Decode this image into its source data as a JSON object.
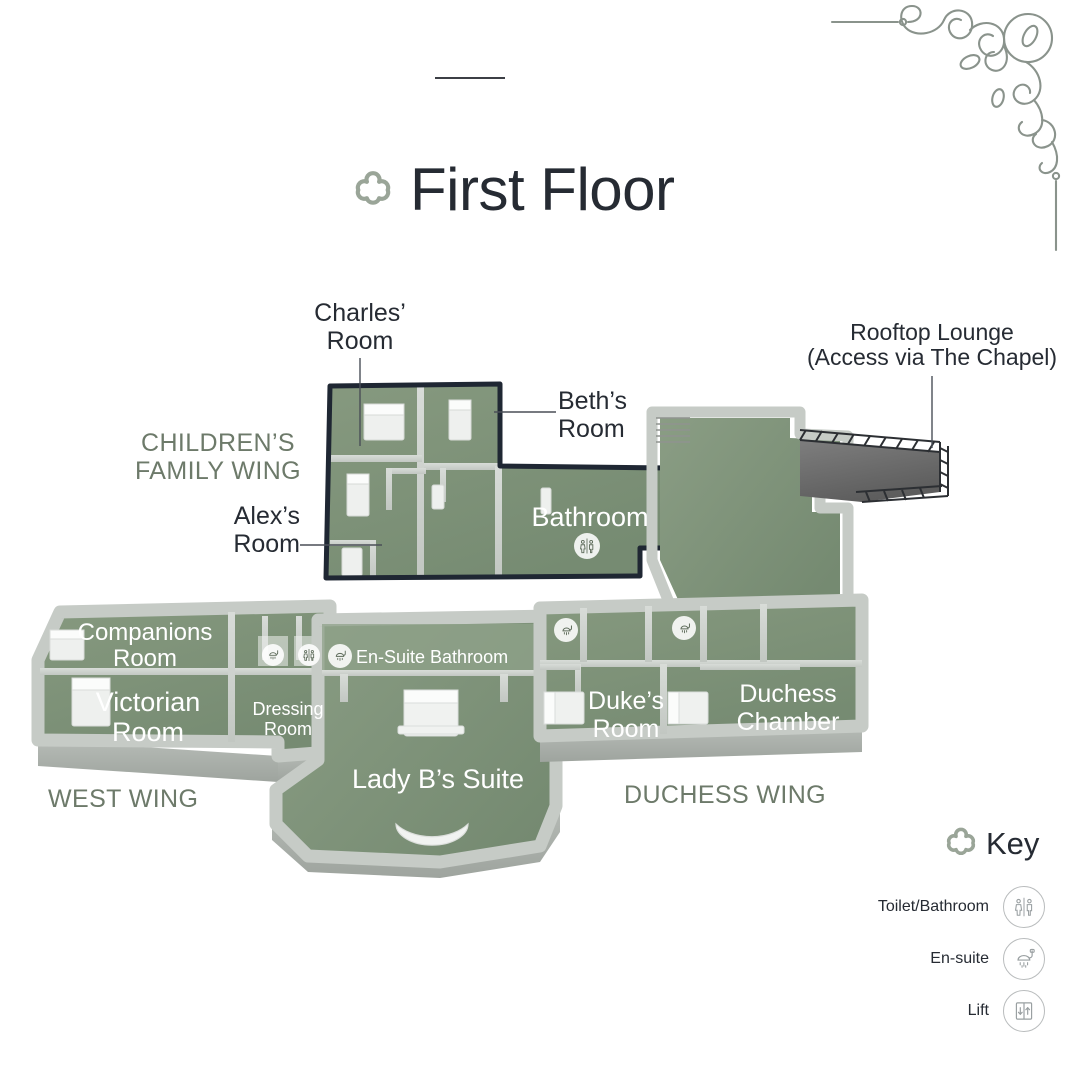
{
  "page": {
    "title": "First Floor",
    "title_icon": "quatrefoil-icon",
    "background_color": "#ffffff",
    "accent_green": "#8a9a86",
    "floor_green": "#7d9179",
    "wall_grey": "#c6cbc6",
    "outline_navy": "#1f2733",
    "terrace_grey": "#6e6e6e"
  },
  "decoration": {
    "corner_flourish": "ornamental-scroll-icon",
    "top_rule": ""
  },
  "wings": [
    {
      "id": "children",
      "label": "CHILDREN’S\nFAMILY WING"
    },
    {
      "id": "west",
      "label": "WEST WING"
    },
    {
      "id": "duchess",
      "label": "DUCHESS WING"
    }
  ],
  "callouts": [
    {
      "id": "charles",
      "label": "Charles’\nRoom"
    },
    {
      "id": "beths",
      "label": "Beth’s\nRoom"
    },
    {
      "id": "alexs",
      "label": "Alex’s\nRoom"
    },
    {
      "id": "rooftop",
      "label": "Rooftop Lounge\n(Access via The Chapel)"
    }
  ],
  "rooms": [
    {
      "id": "bathroom",
      "label": "Bathroom",
      "icon": "toilet-icon"
    },
    {
      "id": "companions",
      "label": "Companions\nRoom"
    },
    {
      "id": "victorian",
      "label": "Victorian\nRoom"
    },
    {
      "id": "dressing",
      "label": "Dressing\nRoom"
    },
    {
      "id": "ensuite-bathroom",
      "label": "En-Suite Bathroom",
      "icon": "shower-icon"
    },
    {
      "id": "lady-b",
      "label": "Lady B’s Suite"
    },
    {
      "id": "dukes",
      "label": "Duke’s\nRoom"
    },
    {
      "id": "duchess-chamber",
      "label": "Duchess\nChamber"
    }
  ],
  "key": {
    "title": "Key",
    "icon": "quatrefoil-icon",
    "items": [
      {
        "label": "Toilet/Bathroom",
        "icon": "toilet-icon"
      },
      {
        "label": "En-suite",
        "icon": "shower-icon"
      },
      {
        "label": "Lift",
        "icon": "lift-icon"
      }
    ]
  }
}
